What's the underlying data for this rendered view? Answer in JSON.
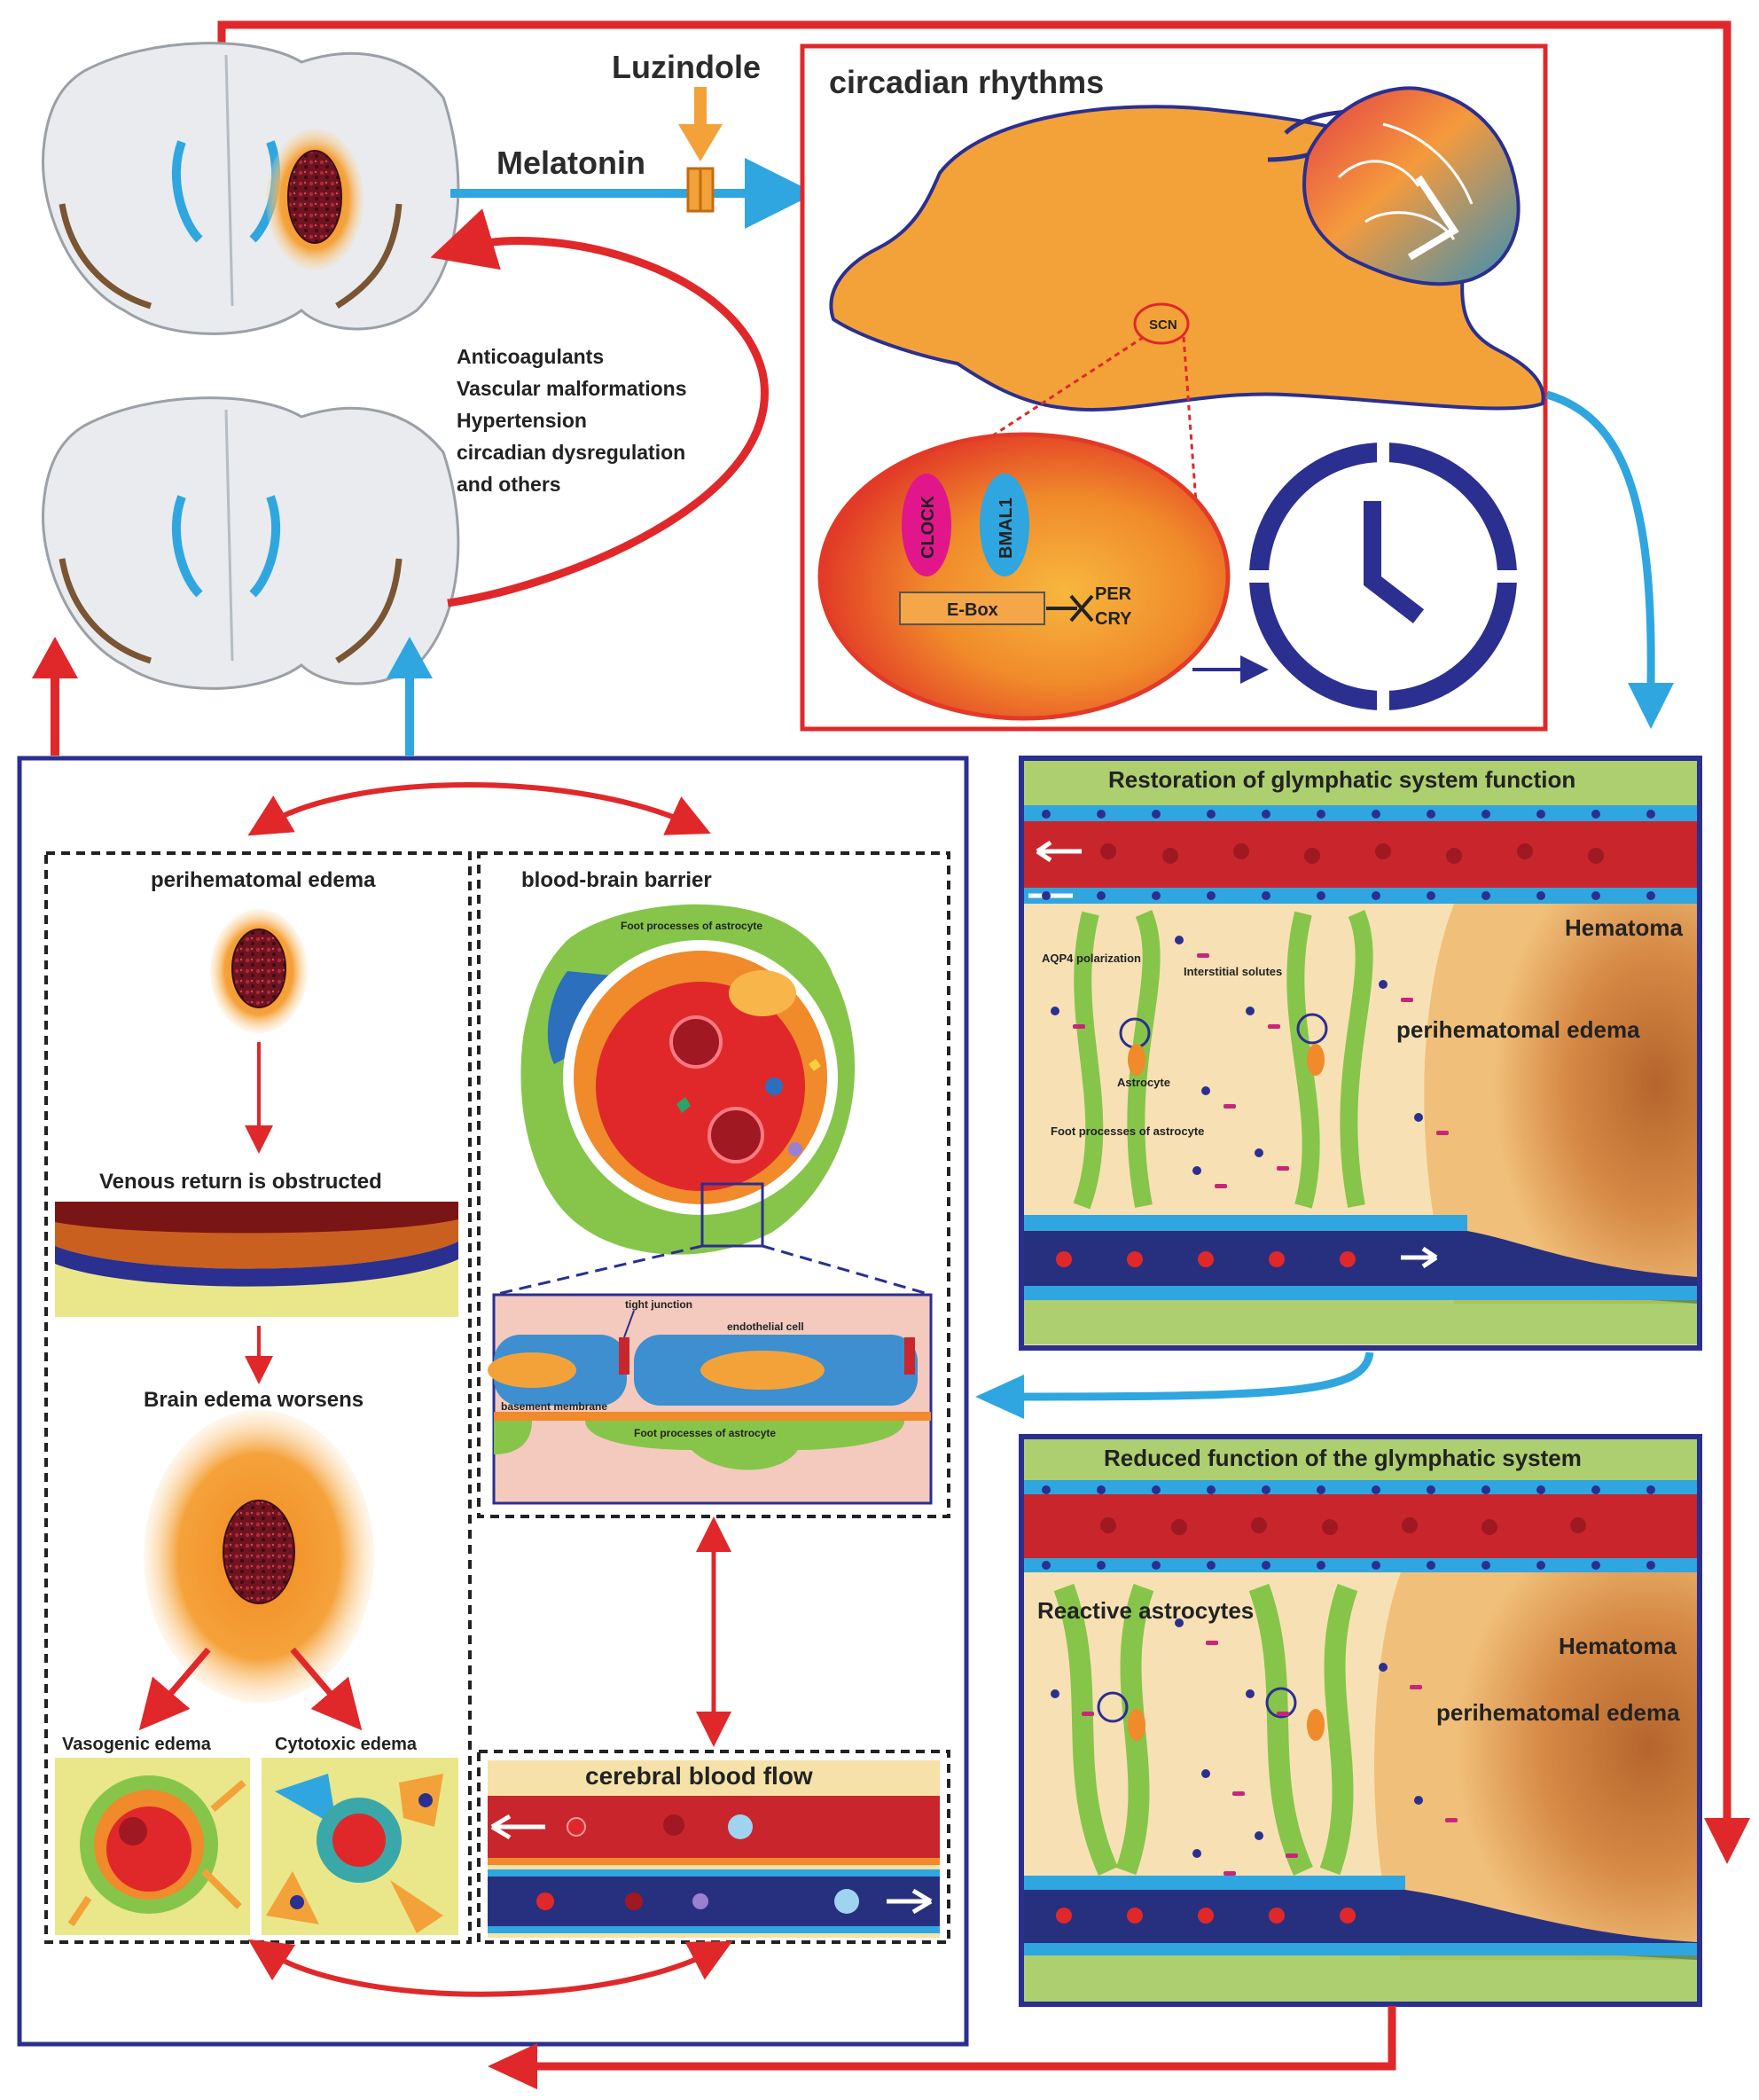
{
  "top": {
    "luzindole": "Luzindole",
    "melatonin": "Melatonin",
    "circadian_title": "circadian rhythms",
    "scn": "SCN",
    "clock": "CLOCK",
    "bmal1": "BMAL1",
    "ebox": "E-Box",
    "per": "PER",
    "cry": "CRY",
    "risk_factors": [
      "Anticoagulants",
      "Vascular malformations",
      "Hypertension",
      "circadian dysregulation",
      "and others"
    ]
  },
  "left_panel": {
    "perihematomal_edema": "perihematomal edema",
    "venous_return": "Venous return is obstructed",
    "brain_edema": "Brain edema worsens",
    "vasogenic": "Vasogenic edema",
    "cytotoxic": "Cytotoxic edema"
  },
  "bbb_panel": {
    "title": "blood-brain barrier",
    "foot_processes_top": "Foot processes of astrocyte",
    "tight_junction": "tight junction",
    "endothelial_cell": "endothelial cell",
    "basement_membrane": "basement membrane",
    "foot_processes_bottom": "Foot processes of astrocyte"
  },
  "cbf_panel": {
    "title": "cerebral blood flow"
  },
  "glymph_top": {
    "title": "Restoration of glymphatic system function",
    "hematoma": "Hematoma",
    "edema": "perihematomal edema",
    "aqp4": "AQP4 polarization",
    "interstitial": "Interstitial solutes",
    "astrocyte": "Astrocyte",
    "foot": "Foot processes of astrocyte"
  },
  "glymph_bottom": {
    "title": "Reduced function of the glymphatic system",
    "reactive": "Reactive astrocytes",
    "hematoma": "Hematoma",
    "edema": "perihematomal edema"
  },
  "colors": {
    "red_arrow": "#e0282a",
    "blue_arrow": "#2fa6e0",
    "navy_frame": "#2b2f8f",
    "orange": "#f3a23a",
    "astro_green": "#86c54a"
  }
}
